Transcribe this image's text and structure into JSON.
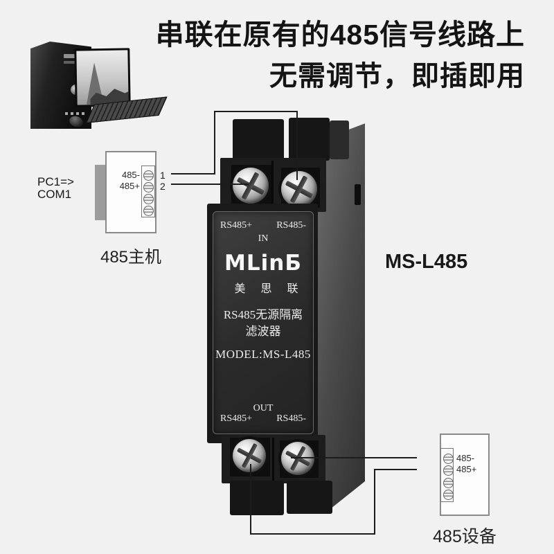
{
  "headline": {
    "line1": "串联在原有的485信号线路上",
    "line2": "无需调节，即插即用"
  },
  "host": {
    "pc_line1": "PC1=>",
    "pc_line2": "COM1",
    "terminal_neg": "485-",
    "terminal_pos": "485+",
    "pin1": "1",
    "pin2": "2",
    "caption": "485主机"
  },
  "device": {
    "callout_model": "MS-L485",
    "panel": {
      "in_plus": "RS485+",
      "in_minus": "RS485-",
      "in_word": "IN",
      "logo": "MLinБ",
      "brand": "美 思 联",
      "desc_line1": "RS485无源隔离",
      "desc_line2": "滤波器",
      "model_line": "MODEL:MS-L485",
      "out_word": "OUT",
      "out_plus": "RS485+",
      "out_minus": "RS485-"
    }
  },
  "remote": {
    "terminal_neg": "485-",
    "terminal_pos": "485+",
    "caption": "485设备"
  },
  "colors": {
    "background": "#f1f1f1",
    "wire": "#1c1c1c",
    "device_body": "#191919",
    "device_panel": "#2f2f2f",
    "panel_text": "#ececec",
    "headline_text": "#141414"
  }
}
